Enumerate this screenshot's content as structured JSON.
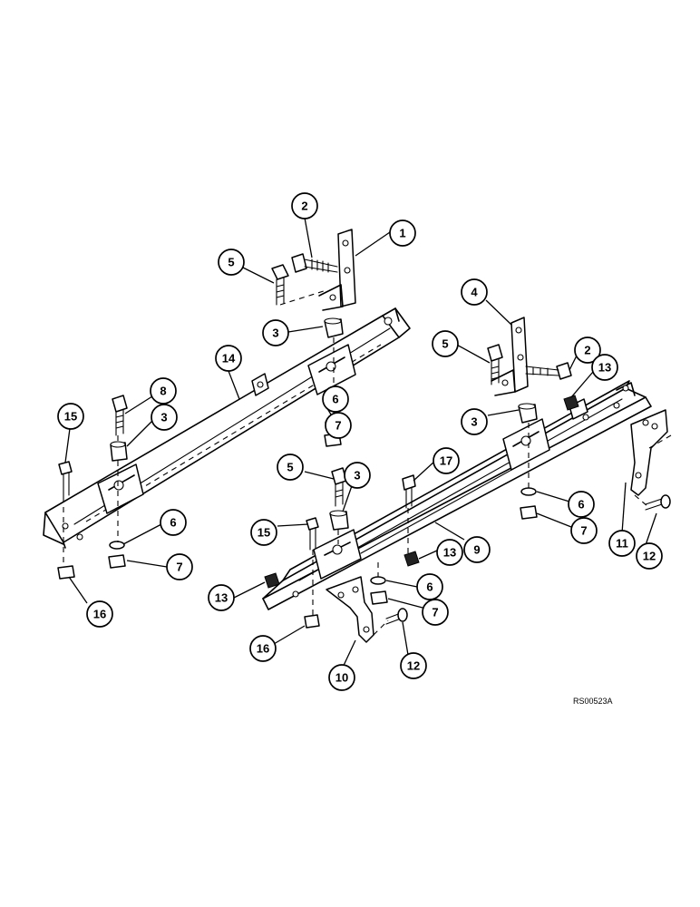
{
  "diagram": {
    "reference_code": "RS00523A",
    "callouts": [
      {
        "id": "c1",
        "label": "1"
      },
      {
        "id": "c2a",
        "label": "2"
      },
      {
        "id": "c5a",
        "label": "5"
      },
      {
        "id": "c3a",
        "label": "3"
      },
      {
        "id": "c14",
        "label": "14"
      },
      {
        "id": "c8",
        "label": "8"
      },
      {
        "id": "c3b",
        "label": "3"
      },
      {
        "id": "c15a",
        "label": "15"
      },
      {
        "id": "c6a",
        "label": "6"
      },
      {
        "id": "c7a",
        "label": "7"
      },
      {
        "id": "c6b",
        "label": "6"
      },
      {
        "id": "c7b",
        "label": "7"
      },
      {
        "id": "c16a",
        "label": "16"
      },
      {
        "id": "c4",
        "label": "4"
      },
      {
        "id": "c5b",
        "label": "5"
      },
      {
        "id": "c2b",
        "label": "2"
      },
      {
        "id": "c13a",
        "label": "13"
      },
      {
        "id": "c3c",
        "label": "3"
      },
      {
        "id": "c5c",
        "label": "5"
      },
      {
        "id": "c3d",
        "label": "3"
      },
      {
        "id": "c17",
        "label": "17"
      },
      {
        "id": "c15b",
        "label": "15"
      },
      {
        "id": "c9",
        "label": "9"
      },
      {
        "id": "c6c",
        "label": "6"
      },
      {
        "id": "c7c",
        "label": "7"
      },
      {
        "id": "c11",
        "label": "11"
      },
      {
        "id": "c12a",
        "label": "12"
      },
      {
        "id": "c13b",
        "label": "13"
      },
      {
        "id": "c6d",
        "label": "6"
      },
      {
        "id": "c13c",
        "label": "13"
      },
      {
        "id": "c7d",
        "label": "7"
      },
      {
        "id": "c16b",
        "label": "16"
      },
      {
        "id": "c12b",
        "label": "12"
      },
      {
        "id": "c10",
        "label": "10"
      }
    ]
  }
}
